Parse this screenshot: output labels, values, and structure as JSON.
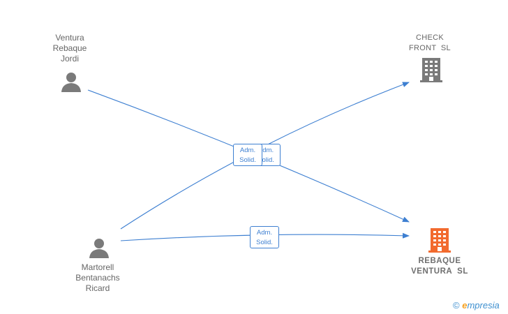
{
  "nodes": {
    "person_1": {
      "lines": [
        "Ventura",
        "Rebaque",
        "Jordi"
      ]
    },
    "person_2": {
      "lines": [
        "Martorell",
        "Bentanachs",
        "Ricard"
      ]
    },
    "company_1": {
      "lines": [
        "CHECK",
        "FRONT  SL"
      ]
    },
    "company_2": {
      "lines": [
        "REBAQUE",
        "VENTURA  SL"
      ]
    }
  },
  "edges": {
    "e1": {
      "role_line1": "Adm.",
      "role_line2": "Solid."
    },
    "e2": {
      "role_line1": "Adm.",
      "role_line2": "Solid."
    },
    "e3": {
      "role_line1": "Adm.",
      "role_line2": "Solid."
    }
  },
  "colors": {
    "edge": "#3d7fd1",
    "person_icon": "#7a7a7a",
    "company_icon": "#7a7a7a",
    "company_highlight": "#f26a2e"
  },
  "watermark": {
    "symbol": "©",
    "brand_initial": "e",
    "brand_rest": "mpresia"
  }
}
